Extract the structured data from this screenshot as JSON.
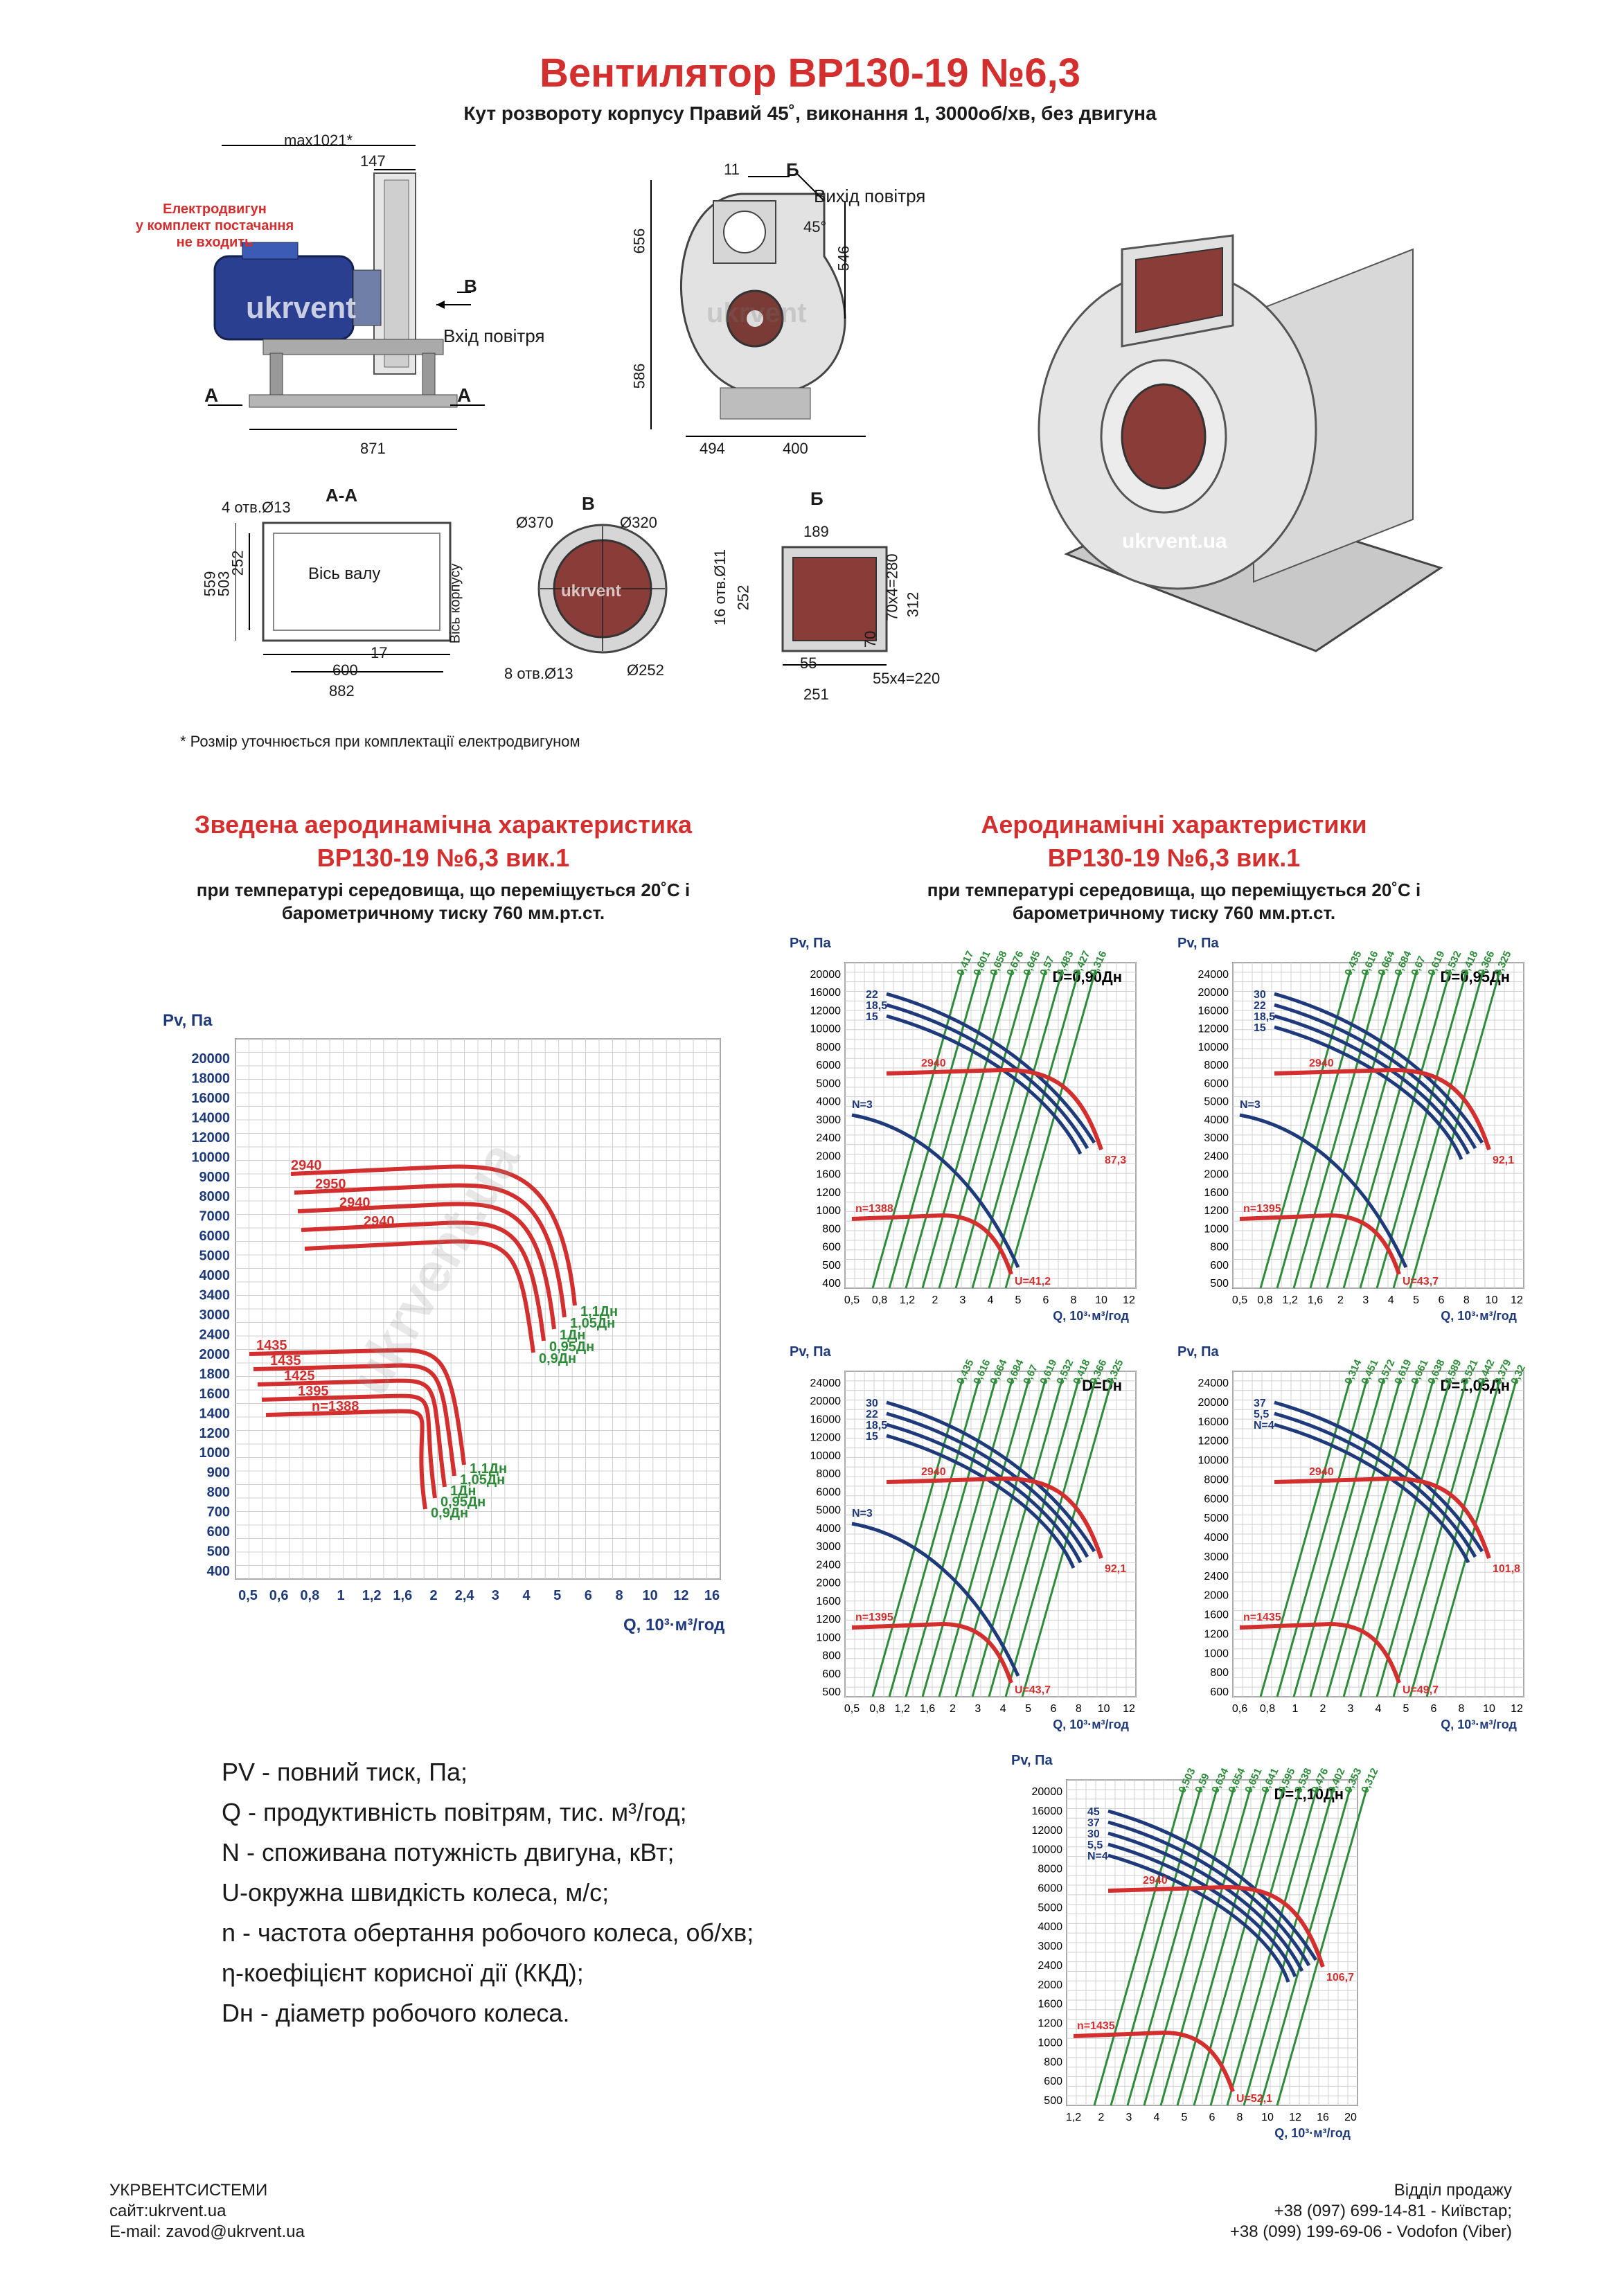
{
  "header": {
    "title": "Вентилятор ВР130-19 №6,3",
    "subtitle": "Кут розвороту корпусу Правий 45˚, виконання 1, 3000об/хв, без двигуна"
  },
  "drawings": {
    "side": {
      "max_len": "max1021*",
      "d147": "147",
      "d871": "871",
      "motor_note": [
        "Електродвигун",
        "у комплект постачання",
        "не входить"
      ],
      "inlet": "Вхід повітря",
      "label_v": "В",
      "label_a": "А",
      "watermark": "ukrvent"
    },
    "front": {
      "d11": "11",
      "d656": "656",
      "d586": "586",
      "d546": "546",
      "d494": "494",
      "d400": "400",
      "angle": "45°",
      "outlet": "Вихід повітря",
      "label_b": "Б",
      "watermark": "ukrvent"
    },
    "section_aa": {
      "title": "А-А",
      "holes": "4 отв.Ø13",
      "d252": "252",
      "d559": "559",
      "d503": "503",
      "axis_shaft": "Вісь валу",
      "axis_body": "Вісь корпусу",
      "d17": "17",
      "d600": "600",
      "d882": "882"
    },
    "view_v": {
      "title": "В",
      "d370": "Ø370",
      "d320": "Ø320",
      "holes": "8 отв.Ø13",
      "d252": "Ø252",
      "watermark": "ukrvent"
    },
    "view_b": {
      "title": "Б",
      "d189": "189",
      "holes": "16 отв.Ø11",
      "d252": "252",
      "d280": "70x4=280",
      "d312": "312",
      "d70": "70",
      "d55": "55",
      "d220": "55x4=220",
      "d251": "251"
    },
    "render_watermark": "ukrvent.ua",
    "footnote": "* Розмір уточнюється при комплектації електродвигуном"
  },
  "summary": {
    "title": "Зведена аеродинамічна характеристика",
    "title2": "ВР130-19 №6,3 вик.1",
    "note1": "при температурі середовища, що переміщується 20˚С і",
    "note2": "барометричному тиску 760 мм.рт.ст.",
    "y_axis_label": "Pv, Па",
    "x_axis_label": "Q, 10³·м³/год",
    "y_ticks": [
      "20000",
      "18000",
      "16000",
      "14000",
      "12000",
      "10000",
      "9000",
      "8000",
      "7000",
      "6000",
      "5000",
      "4000",
      "3400",
      "3000",
      "2400",
      "2000",
      "1800",
      "1600",
      "1400",
      "1200",
      "1000",
      "900",
      "800",
      "700",
      "600",
      "500",
      "400"
    ],
    "x_ticks": [
      "0,5",
      "0,6",
      "0,8",
      "1",
      "1,2",
      "1,6",
      "2",
      "2,4",
      "3",
      "4",
      "5",
      "6",
      "8",
      "10",
      "12",
      "16"
    ],
    "curves_high": [
      {
        "rpm": "2940",
        "size": "1,1Дн"
      },
      {
        "rpm": "2950",
        "size": "1,05Дн"
      },
      {
        "rpm": "2940",
        "size": "1Дн"
      },
      {
        "rpm": "2940",
        "size": "0,95Дн"
      },
      {
        "rpm": "",
        "size": "0,9Дн"
      }
    ],
    "curves_low": [
      {
        "rpm": "1435",
        "size": "1,1Дн"
      },
      {
        "rpm": "1435",
        "size": "1,05Дн"
      },
      {
        "rpm": "1425",
        "size": "1Дн"
      },
      {
        "rpm": "1395",
        "size": "0,95Дн"
      },
      {
        "rpm": "n=1388",
        "size": "0,9Дн"
      }
    ],
    "watermark": "ukrvent.ua"
  },
  "aero": {
    "title": "Аеродинамічні характеристики",
    "title2": "ВР130-19 №6,3 вик.1",
    "note1": "при температурі середовища, що переміщується 20˚С і",
    "note2": "барометричному тиску 760 мм.рт.ст.",
    "charts": [
      {
        "label": "D=0,90Дн",
        "y_label": "Pv, Па",
        "x_label": "Q, 10³·м³/год",
        "y_ticks": [
          "20000",
          "16000",
          "12000",
          "10000",
          "8000",
          "6000",
          "5000",
          "4000",
          "3000",
          "2400",
          "2000",
          "1600",
          "1200",
          "1000",
          "800",
          "600",
          "500",
          "400"
        ],
        "x_ticks": [
          "0,5",
          "0,8",
          "1,2",
          "2",
          "3",
          "4",
          "5",
          "6",
          "8",
          "10",
          "12"
        ],
        "power": [
          "22",
          "18,5",
          "15"
        ],
        "n_label": "N=3",
        "eff": [
          "0,417",
          "0,601",
          "0,658",
          "0,676",
          "0,645",
          "0,57",
          "0,483",
          "0,427",
          "0,316"
        ],
        "rpm_high": "2940",
        "rpm_low": "n=1388",
        "u_high": "87,3",
        "u_low": "U=41,2"
      },
      {
        "label": "D=0,95Дн",
        "y_label": "Pv, Па",
        "x_label": "Q, 10³·м³/год",
        "y_ticks": [
          "24000",
          "20000",
          "16000",
          "12000",
          "10000",
          "8000",
          "6000",
          "5000",
          "4000",
          "3000",
          "2400",
          "2000",
          "1600",
          "1200",
          "1000",
          "800",
          "600",
          "500"
        ],
        "x_ticks": [
          "0,5",
          "0,8",
          "1,2",
          "1,6",
          "2",
          "3",
          "4",
          "5",
          "6",
          "8",
          "10",
          "12"
        ],
        "power": [
          "30",
          "22",
          "18,5",
          "15"
        ],
        "n_label": "N=3",
        "eff": [
          "0,435",
          "0,616",
          "0,664",
          "0,684",
          "0,67",
          "0,619",
          "0,532",
          "0,418",
          "0,366",
          "0,325"
        ],
        "rpm_high": "2940",
        "rpm_low": "n=1395",
        "u_high": "92,1",
        "u_low": "U=43,7"
      },
      {
        "label": "D=Dн",
        "y_label": "Pv, Па",
        "x_label": "Q, 10³·м³/год",
        "y_ticks": [
          "24000",
          "20000",
          "16000",
          "12000",
          "10000",
          "8000",
          "6000",
          "5000",
          "4000",
          "3000",
          "2400",
          "2000",
          "1600",
          "1200",
          "1000",
          "800",
          "600",
          "500"
        ],
        "x_ticks": [
          "0,5",
          "0,8",
          "1,2",
          "1,6",
          "2",
          "3",
          "4",
          "5",
          "6",
          "8",
          "10",
          "12"
        ],
        "power": [
          "30",
          "22",
          "18,5",
          "15"
        ],
        "n_label": "N=3",
        "eff": [
          "0,435",
          "0,616",
          "0,664",
          "0,684",
          "0,67",
          "0,619",
          "0,532",
          "0,418",
          "0,366",
          "0,325"
        ],
        "rpm_high": "2940",
        "rpm_low": "n=1395",
        "u_high": "92,1",
        "u_low": "U=43,7"
      },
      {
        "label": "D=1,05Дн",
        "y_label": "Pv, Па",
        "x_label": "Q, 10³·м³/год",
        "y_ticks": [
          "24000",
          "20000",
          "16000",
          "12000",
          "10000",
          "8000",
          "6000",
          "5000",
          "4000",
          "3000",
          "2400",
          "2000",
          "1600",
          "1200",
          "1000",
          "800",
          "600"
        ],
        "x_ticks": [
          "0,6",
          "0,8",
          "1",
          "2",
          "3",
          "4",
          "5",
          "6",
          "8",
          "10",
          "12"
        ],
        "power": [
          "37",
          "5,5",
          "N=4"
        ],
        "n_label": "",
        "eff": [
          "0,314",
          "0,451",
          "0,572",
          "0,619",
          "0,661",
          "0,638",
          "0,589",
          "0,521",
          "0,442",
          "0,379",
          "0,32"
        ],
        "rpm_high": "2940",
        "rpm_low": "n=1435",
        "u_high": "101,8",
        "u_low": "U=49,7"
      },
      {
        "label": "D=1,10Дн",
        "y_label": "Pv, Па",
        "x_label": "Q, 10³·м³/год",
        "y_ticks": [
          "20000",
          "16000",
          "12000",
          "10000",
          "8000",
          "6000",
          "5000",
          "4000",
          "3000",
          "2400",
          "2000",
          "1600",
          "1200",
          "1000",
          "800",
          "600",
          "500"
        ],
        "x_ticks": [
          "1,2",
          "2",
          "3",
          "4",
          "5",
          "6",
          "8",
          "10",
          "12",
          "16",
          "20"
        ],
        "power": [
          "45",
          "37",
          "30",
          "5,5",
          "N=4"
        ],
        "n_label": "",
        "eff": [
          "0,503",
          "0,59",
          "0,634",
          "0,654",
          "0,651",
          "0,641",
          "0,595",
          "0,538",
          "0,476",
          "0,402",
          "0,353",
          "0,312"
        ],
        "rpm_high": "2940",
        "rpm_low": "n=1435",
        "u_high": "106,7",
        "u_low": "U=52,1"
      }
    ]
  },
  "legend": [
    "PV - повний тиск, Па;",
    "Q - продуктивність повітрям, тис. м³/год;",
    "N - споживана потужність двигуна, кВт;",
    "U-окружна швидкість колеса, м/с;",
    "n - частота обертання робочого колеса, об/хв;",
    "η-коефіцієнт корисної дії (ККД);",
    "Dн - діаметр робочого колеса."
  ],
  "footer": {
    "company": "УКРВЕНТСИСТЕМИ",
    "site": "сайт:ukrvent.ua",
    "email": "E-mail: zavod@ukrvent.ua",
    "sales": "Відділ продажу",
    "phone1": "+38 (097) 699-14-81 - Київстар;",
    "phone2": "+38 (099) 199-69-06 - Vodofon (Viber)"
  },
  "colors": {
    "red": "#d32f2f",
    "green": "#2e8b3a",
    "navy": "#1f3a7a",
    "grid": "#d0d0d0"
  }
}
